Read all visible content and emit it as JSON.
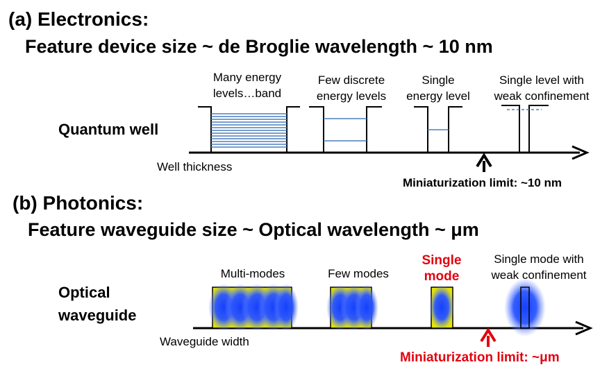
{
  "section_a": {
    "heading": "(a) Electronics:",
    "subheading": "Feature device size ~ de Broglie wavelength ~ 10 nm",
    "row_label": "Quantum well",
    "axis_label": "Well thickness",
    "limit_label": "Miniaturization limit: ~10 nm",
    "wells": [
      {
        "label_line1": "Many energy",
        "label_line2": "levels…band"
      },
      {
        "label_line1": "Few discrete",
        "label_line2": "energy levels"
      },
      {
        "label_line1": "Single",
        "label_line2": "energy level"
      },
      {
        "label_line1": "Single level with",
        "label_line2": "weak confinement"
      }
    ]
  },
  "section_b": {
    "heading": "(b) Photonics:",
    "subheading": "Feature waveguide size ~ Optical wavelength ~ μm",
    "row_label_line1": "Optical",
    "row_label_line2": "waveguide",
    "axis_label": "Waveguide width",
    "limit_label": "Miniaturization limit: ~μm",
    "waveguides": [
      {
        "label_line1": "Multi-modes",
        "label_line2": ""
      },
      {
        "label_line1": "Few modes",
        "label_line2": ""
      },
      {
        "label_line1": "Single",
        "label_line2": "mode"
      },
      {
        "label_line1": "Single mode with",
        "label_line2": "weak confinement"
      }
    ]
  },
  "colors": {
    "level_line": "#4a7fbf",
    "mode_blue": "#1a4dff",
    "waveguide_yellow": "#e6e600",
    "highlight_red": "#e3000f"
  }
}
